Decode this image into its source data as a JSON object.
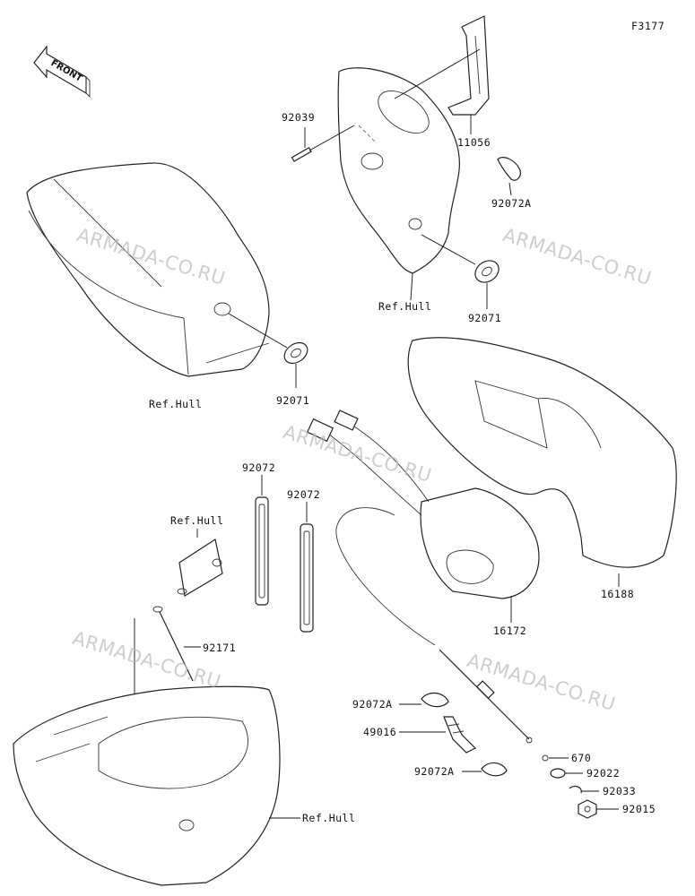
{
  "figure_code": "F3177",
  "front_arrow_label": "FRONT",
  "watermarks": [
    "ARMADA-CO.RU",
    "ARMADA-CO.RU",
    "ARMADA-CO.RU",
    "ARMADA-CO.RU",
    "ARMADA-CO.RU"
  ],
  "callouts": {
    "p92039": "92039",
    "p11056": "11056",
    "p92072A_top": "92072A",
    "ref_hull_top": "Ref.Hull",
    "p92071_right": "92071",
    "ref_hull_left": "Ref.Hull",
    "p92071_left": "92071",
    "p92072_a": "92072",
    "p92072_b": "92072",
    "ref_hull_mid": "Ref.Hull",
    "p92171": "92171",
    "p16172": "16172",
    "p16188": "16188",
    "p92072A_mid": "92072A",
    "p49016": "49016",
    "p92072A_low": "92072A",
    "p670": "670",
    "p92022": "92022",
    "p92033": "92033",
    "p92015": "92015",
    "ref_hull_bottom": "Ref.Hull"
  }
}
